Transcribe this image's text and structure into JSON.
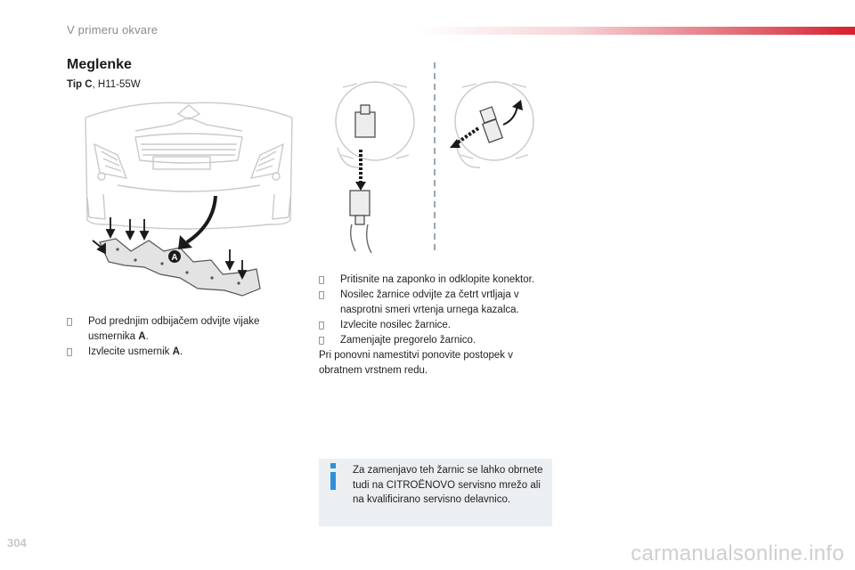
{
  "header": {
    "section_label": "V primeru okvare"
  },
  "section": {
    "title": "Meglenke",
    "type_label": "Tip C",
    "type_value": ", H11-55W"
  },
  "figures": {
    "bumper_callout": "A"
  },
  "left_steps": [
    {
      "bullet": "",
      "text_before": "Pod prednjim odbijačem odvijte vijake usmernika ",
      "bold": "A",
      "text_after": "."
    },
    {
      "bullet": "",
      "text_before": "Izvlecite usmernik ",
      "bold": "A",
      "text_after": "."
    }
  ],
  "right_steps": [
    {
      "bullet": "",
      "text": "Pritisnite na zaponko in odklopite konektor."
    },
    {
      "bullet": "",
      "text": "Nosilec žarnice odvijte za četrt vrtljaja v nasprotni smeri vrtenja urnega kazalca."
    },
    {
      "bullet": "",
      "text": "Izvlecite nosilec žarnice."
    },
    {
      "bullet": "",
      "text": "Zamenjajte pregorelo žarnico."
    }
  ],
  "right_paragraph": "Pri ponovni namestitvi ponovite postopek v obratnem vrstnem redu.",
  "note": {
    "icon": "info-icon",
    "text": "Za zamenjavo teh žarnic se lahko obrnete tudi na CITROËNOVO servisno mrežo ali na kvalificirano servisno delavnico."
  },
  "footer": {
    "page_number": "304",
    "watermark": "carmanualsonline.info"
  },
  "colors": {
    "accent_red": "#d71f2f",
    "note_background": "#eceff2",
    "info_blue": "#2f8fd8"
  }
}
